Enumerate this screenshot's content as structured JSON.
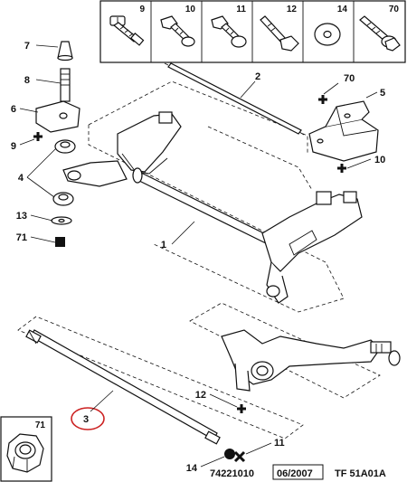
{
  "header_parts": [
    {
      "number": "9",
      "icon": "screw-icon"
    },
    {
      "number": "10",
      "icon": "flanged-screw-icon"
    },
    {
      "number": "11",
      "icon": "flanged-screw-icon"
    },
    {
      "number": "12",
      "icon": "bolt-icon"
    },
    {
      "number": "14",
      "icon": "washer-icon"
    },
    {
      "number": "70",
      "icon": "flanged-bolt-icon"
    }
  ],
  "callouts": {
    "c1": "1",
    "c2": "2",
    "c3": "3",
    "c4": "4",
    "c5": "5",
    "c6": "6",
    "c7": "7",
    "c8": "8",
    "c9": "9",
    "c10": "10",
    "c11": "11",
    "c12": "12",
    "c13": "13",
    "c14": "14",
    "c70": "70",
    "c71": "71"
  },
  "inset": {
    "number": "71",
    "icon": "nut-icon"
  },
  "highlight_color": "#cc2222",
  "footer": {
    "ref": "74221010",
    "date": "06/2007",
    "code": "TF 51A01A"
  }
}
